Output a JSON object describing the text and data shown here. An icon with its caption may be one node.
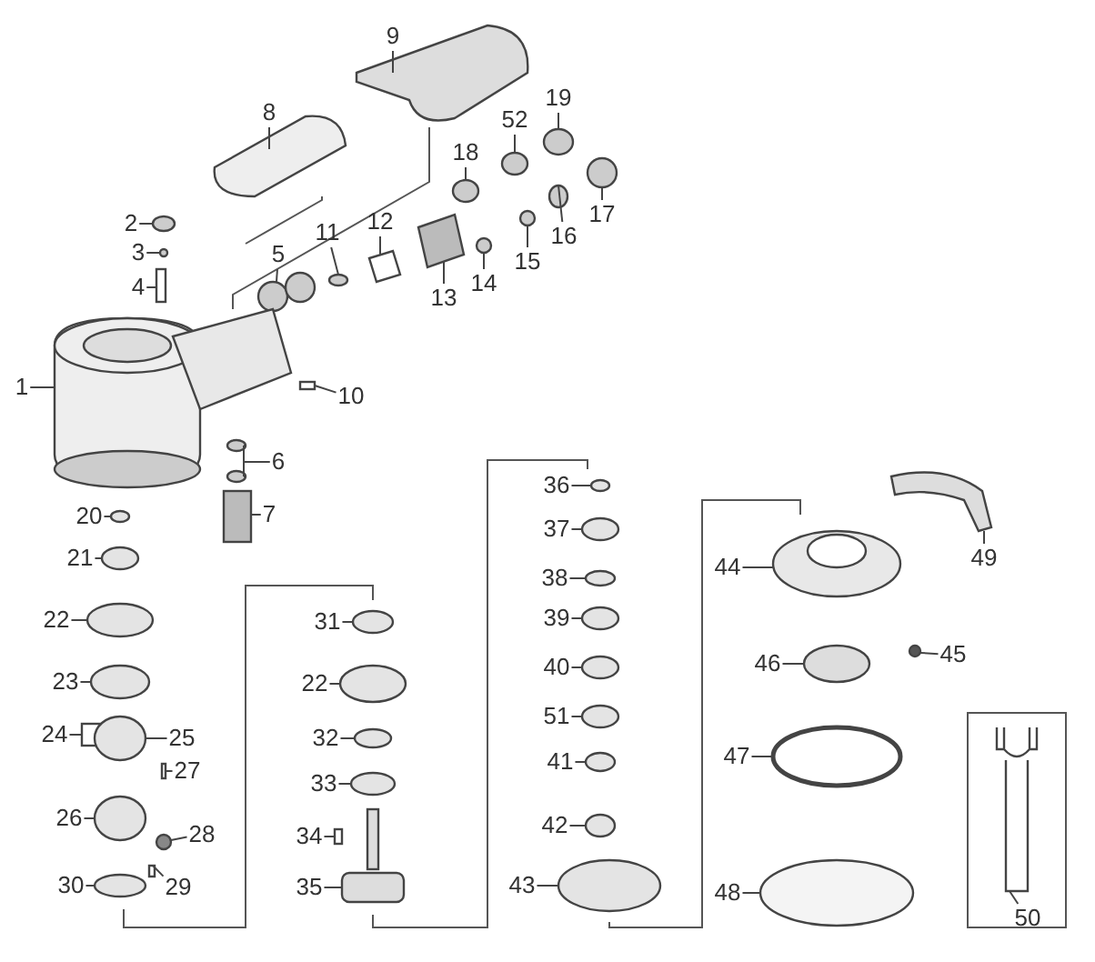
{
  "diagram": {
    "nodes": [
      {
        "text": [
          "9"
        ]
      },
      {
        "text": [
          "8"
        ]
      },
      {
        "text": [
          "19"
        ]
      },
      {
        "text": [
          "52"
        ]
      },
      {
        "text": [
          "18"
        ]
      },
      {
        "text": [
          "17"
        ]
      },
      {
        "text": [
          "2"
        ]
      },
      {
        "text": [
          "12"
        ]
      },
      {
        "text": [
          "16"
        ]
      },
      {
        "text": [
          "11"
        ]
      },
      {
        "text": [
          "3"
        ]
      },
      {
        "text": [
          "15"
        ]
      },
      {
        "text": [
          "5"
        ]
      },
      {
        "text": [
          "14"
        ]
      },
      {
        "text": [
          "4"
        ]
      },
      {
        "text": [
          "13"
        ]
      },
      {
        "text": [
          "1"
        ]
      },
      {
        "text": [
          "10"
        ]
      },
      {
        "text": [
          "6"
        ]
      },
      {
        "text": [
          "36"
        ]
      },
      {
        "text": [
          "7"
        ]
      },
      {
        "text": [
          "20"
        ]
      },
      {
        "text": [
          "37"
        ]
      },
      {
        "text": [
          "21"
        ]
      },
      {
        "text": [
          "49"
        ]
      },
      {
        "text": [
          "44"
        ]
      },
      {
        "text": [
          "38"
        ]
      },
      {
        "text": [
          "22"
        ]
      },
      {
        "text": [
          "31"
        ]
      },
      {
        "text": [
          "39"
        ]
      },
      {
        "text": [
          "45"
        ]
      },
      {
        "text": [
          "46"
        ]
      },
      {
        "text": [
          "40"
        ]
      },
      {
        "text": [
          "23"
        ]
      },
      {
        "text": [
          "22"
        ]
      },
      {
        "text": [
          "51"
        ]
      },
      {
        "text": [
          "24"
        ]
      },
      {
        "text": [
          "25"
        ]
      },
      {
        "text": [
          "32"
        ]
      },
      {
        "text": [
          "47"
        ]
      },
      {
        "text": [
          "41"
        ]
      },
      {
        "text": [
          "27"
        ]
      },
      {
        "text": [
          "33"
        ]
      },
      {
        "text": [
          "26"
        ]
      },
      {
        "text": [
          "42"
        ]
      },
      {
        "text": [
          "28"
        ]
      },
      {
        "text": [
          "34"
        ]
      },
      {
        "text": [
          "43"
        ]
      },
      {
        "text": [
          "30"
        ]
      },
      {
        "text": [
          "29"
        ]
      },
      {
        "text": [
          "35"
        ]
      },
      {
        "text": [
          "48"
        ]
      },
      {
        "text": [
          "50"
        ]
      },
      {
        "text": [],
        "shape": "picture"
      },
      {
        "text": [],
        "shape": "picture"
      },
      {
        "text": [],
        "shape": "circle"
      },
      {
        "text": [],
        "shape": "circle"
      },
      {
        "text": [],
        "shape": "circle"
      },
      {
        "text": [],
        "shape": "circle"
      },
      {
        "text": [],
        "shape": "circle"
      },
      {
        "text": [],
        "shape": "picture"
      },
      {
        "text": [],
        "shape": "circle"
      },
      {
        "text": [],
        "shape": "circle"
      },
      {
        "text": [],
        "shape": "circle"
      },
      {
        "text": [],
        "shape": "circle"
      },
      {
        "text": [],
        "shape": "picture"
      },
      {
        "text": [],
        "shape": "circle"
      },
      {
        "text": [],
        "shape": "box"
      },
      {
        "text": [],
        "shape": "picture"
      },
      {
        "text": [],
        "shape": "picture"
      },
      {
        "text": [],
        "shape": "box"
      },
      {
        "text": [],
        "shape": "picture"
      },
      {
        "text": [],
        "shape": "circle"
      },
      {
        "text": [],
        "shape": "box"
      },
      {
        "text": [],
        "shape": "circle"
      },
      {
        "text": [],
        "shape": "circle"
      },
      {
        "text": [],
        "shape": "circle"
      },
      {
        "text": [],
        "shape": "picture"
      },
      {
        "text": [],
        "shape": "picture"
      },
      {
        "text": [],
        "shape": "circle"
      },
      {
        "text": [],
        "shape": "circle"
      },
      {
        "text": [],
        "shape": "circle"
      },
      {
        "text": [],
        "shape": "circle"
      },
      {
        "text": [],
        "shape": "circle"
      },
      {
        "text": [],
        "shape": "circle"
      },
      {
        "text": [],
        "shape": "circle"
      },
      {
        "text": [],
        "shape": "circle"
      },
      {
        "text": [],
        "shape": "circle"
      },
      {
        "text": [],
        "shape": "circle"
      },
      {
        "text": [],
        "shape": "box"
      },
      {
        "text": [],
        "shape": "circle"
      },
      {
        "text": [],
        "shape": "circle"
      },
      {
        "text": [],
        "shape": "circle"
      },
      {
        "text": [],
        "shape": "circle"
      },
      {
        "text": [],
        "shape": "box"
      },
      {
        "text": [],
        "shape": "circle"
      },
      {
        "text": [],
        "shape": "circle"
      },
      {
        "text": [],
        "shape": "circle"
      },
      {
        "text": [],
        "shape": "circle"
      },
      {
        "text": [],
        "shape": "box"
      },
      {
        "text": [],
        "shape": "circle"
      },
      {
        "text": [],
        "shape": "circle"
      },
      {
        "text": [],
        "shape": "box"
      },
      {
        "text": [],
        "shape": "picture"
      },
      {
        "text": [],
        "shape": "circle"
      },
      {
        "text": [],
        "shape": "picture"
      }
    ],
    "edges": [
      {
        "from": 0,
        "to": 53,
        "arrow": "none"
      },
      {
        "from": 1,
        "to": 54,
        "arrow": "none"
      },
      {
        "from": 2,
        "to": 55,
        "arrow": "none"
      },
      {
        "from": 3,
        "to": 56,
        "arrow": "none"
      },
      {
        "from": 4,
        "to": 57,
        "arrow": "none"
      },
      {
        "from": 5,
        "to": 58,
        "arrow": "none"
      },
      {
        "from": 6,
        "to": 59,
        "arrow": "none"
      },
      {
        "from": 7,
        "to": 60,
        "arrow": "none"
      },
      {
        "from": 8,
        "to": 61,
        "arrow": "none"
      },
      {
        "from": 9,
        "to": 62,
        "arrow": "none"
      },
      {
        "from": 10,
        "to": 63,
        "arrow": "none"
      },
      {
        "from": 11,
        "to": 64,
        "arrow": "none"
      },
      {
        "from": 12,
        "to": 65,
        "arrow": "none"
      },
      {
        "from": 13,
        "to": 66,
        "arrow": "none"
      },
      {
        "from": 14,
        "to": 67,
        "arrow": "none"
      },
      {
        "from": 15,
        "to": 68,
        "arrow": "none"
      },
      {
        "from": 16,
        "to": 69,
        "arrow": "none"
      },
      {
        "from": 17,
        "to": 70,
        "arrow": "none"
      },
      {
        "from": 18,
        "to": 71,
        "arrow": "none"
      },
      {
        "from": 19,
        "to": 72,
        "arrow": "none"
      },
      {
        "from": 20,
        "to": 73,
        "arrow": "none"
      },
      {
        "from": 21,
        "to": 74,
        "arrow": "none"
      },
      {
        "from": 22,
        "to": 75,
        "arrow": "none"
      },
      {
        "from": 23,
        "to": 76,
        "arrow": "none"
      },
      {
        "from": 24,
        "to": 77,
        "arrow": "none"
      },
      {
        "from": 25,
        "to": 78,
        "arrow": "none"
      },
      {
        "from": 26,
        "to": 79,
        "arrow": "none"
      },
      {
        "from": 27,
        "to": 80,
        "arrow": "none"
      },
      {
        "from": 28,
        "to": 81,
        "arrow": "none"
      },
      {
        "from": 29,
        "to": 82,
        "arrow": "none"
      },
      {
        "from": 30,
        "to": 83,
        "arrow": "none"
      },
      {
        "from": 31,
        "to": 84,
        "arrow": "none"
      },
      {
        "from": 32,
        "to": 85,
        "arrow": "none"
      },
      {
        "from": 33,
        "to": 86,
        "arrow": "none"
      },
      {
        "from": 34,
        "to": 87,
        "arrow": "none"
      },
      {
        "from": 35,
        "to": 88,
        "arrow": "none"
      },
      {
        "from": 36,
        "to": 89,
        "arrow": "none"
      },
      {
        "from": 37,
        "to": 90,
        "arrow": "none"
      },
      {
        "from": 38,
        "to": 91,
        "arrow": "none"
      },
      {
        "from": 39,
        "to": 92,
        "arrow": "none"
      },
      {
        "from": 40,
        "to": 93,
        "arrow": "none"
      },
      {
        "from": 41,
        "to": 94,
        "arrow": "none"
      },
      {
        "from": 42,
        "to": 95,
        "arrow": "none"
      },
      {
        "from": 43,
        "to": 96,
        "arrow": "none"
      },
      {
        "from": 44,
        "to": 97,
        "arrow": "none"
      },
      {
        "from": 45,
        "to": 98,
        "arrow": "none"
      },
      {
        "from": 46,
        "to": 99,
        "arrow": "none"
      },
      {
        "from": 47,
        "to": 100,
        "arrow": "none"
      },
      {
        "from": 48,
        "to": 101,
        "arrow": "none"
      },
      {
        "from": 49,
        "to": 102,
        "arrow": "none"
      },
      {
        "from": 50,
        "to": 103,
        "arrow": "none"
      },
      {
        "from": 51,
        "to": 104,
        "arrow": "none"
      },
      {
        "from": 52,
        "to": 105,
        "arrow": "none"
      }
    ]
  }
}
